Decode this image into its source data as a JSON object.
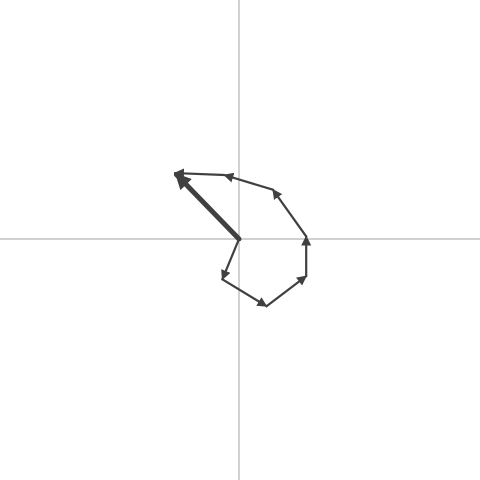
{
  "diagram": {
    "type": "vector-chain",
    "colors": {
      "background": "#ffffff",
      "axes": "#b3b3b3",
      "arrows": "#404040"
    },
    "show_axes": true,
    "resultant_arrow": {
      "from": [
        0,
        0
      ],
      "to": [
        -1.0,
        1.03
      ]
    },
    "path_arrows": [
      {
        "from": [
          0.0,
          0.0
        ],
        "to": [
          -0.26,
          -0.63
        ]
      },
      {
        "from": [
          -0.26,
          -0.63
        ],
        "to": [
          0.43,
          -1.05
        ]
      },
      {
        "from": [
          0.43,
          -1.05
        ],
        "to": [
          1.05,
          -0.58
        ]
      },
      {
        "from": [
          1.05,
          -0.58
        ],
        "to": [
          1.05,
          0.04
        ]
      },
      {
        "from": [
          1.05,
          0.04
        ],
        "to": [
          0.53,
          0.77
        ]
      },
      {
        "from": [
          0.53,
          0.77
        ],
        "to": [
          -0.23,
          1.0
        ]
      },
      {
        "from": [
          -0.23,
          1.0
        ],
        "to": [
          -1.0,
          1.03
        ]
      }
    ]
  }
}
